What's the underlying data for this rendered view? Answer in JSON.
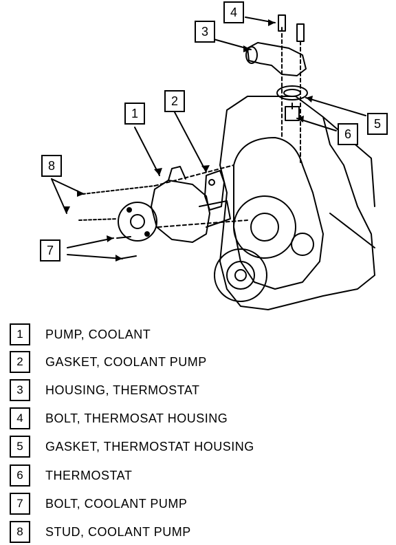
{
  "callouts": {
    "c1": "1",
    "c2": "2",
    "c3": "3",
    "c4": "4",
    "c5": "5",
    "c6": "6",
    "c7": "7",
    "c8": "8"
  },
  "legend": [
    {
      "num": "1",
      "label": "PUMP, COOLANT"
    },
    {
      "num": "2",
      "label": "GASKET, COOLANT PUMP"
    },
    {
      "num": "3",
      "label": "HOUSING, THERMOSTAT"
    },
    {
      "num": "4",
      "label": "BOLT, THERMOSAT HOUSING"
    },
    {
      "num": "5",
      "label": "GASKET, THERMOSTAT HOUSING"
    },
    {
      "num": "6",
      "label": "THERMOSTAT"
    },
    {
      "num": "7",
      "label": "BOLT, COOLANT PUMP"
    },
    {
      "num": "8",
      "label": "STUD, COOLANT PUMP"
    }
  ]
}
